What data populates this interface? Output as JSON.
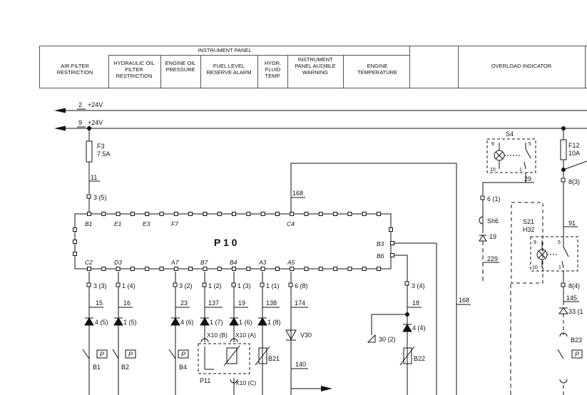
{
  "header": {
    "group_title": "INSTRUMENT PANEL",
    "columns": [
      "AIR FILTER RESTRICTION",
      "HYDRAULIC OIL FILTER RESTRICTION",
      "ENGINE OIL PRESSURE",
      "FUEL LEVEL RESERVE ALARM",
      "HYDR. FLUID TEMP.",
      "INSTRUMENT PANEL AUDIBLE WARNING",
      "ENGINE TEMPERATURE",
      "OVERLOAD INDICATOR"
    ]
  },
  "wires": {
    "w2": "2",
    "w2_volt": "+24V",
    "w9": "9",
    "w9_volt": "+24V",
    "w11": "11",
    "w168a": "168",
    "w168b": "168",
    "w15": "15",
    "w16": "16",
    "w23": "23",
    "w137": "137",
    "w19": "19",
    "w138": "138",
    "w174": "174",
    "w18": "18",
    "w140": "140",
    "w29": "29",
    "w229": "229",
    "w91": "91",
    "w145": "145"
  },
  "fuses": {
    "f3": "F3",
    "f3_val": "7.5A",
    "f12": "F12",
    "f12_val": "10A"
  },
  "module": {
    "name": "P 1 0",
    "pins_top": [
      "B1",
      "E1",
      "E3",
      "F7",
      "C4"
    ],
    "pins_bottom": [
      "C2",
      "D3",
      "A7",
      "B7",
      "B4",
      "A3",
      "A5"
    ],
    "pin_b3": "B3",
    "pin_b6": "B6"
  },
  "connectors": {
    "c35": "3 (5)",
    "c33": "3 (3)",
    "c14": "1 (4)",
    "c32": "3 (2)",
    "c12": "1 (2)",
    "c13": "1 (3)",
    "c11": "1 (1)",
    "c68": "6 (8)",
    "c34": "3 (4)",
    "c45": "4 (5)",
    "c15": "1 (5)",
    "c46": "4 (6)",
    "c17": "1 (7)",
    "c16": "1 (6)",
    "c18": "1 (8)",
    "c44": "4 (4)",
    "c302": "30 (2)",
    "c61": "6 (1)",
    "c83": "8(3)",
    "c84": "8(4)",
    "c331": "33 (1",
    "c19": "19",
    "x10b": "X10 (B)",
    "x10a": "X10 (A)",
    "x10c": "X10 (C)"
  },
  "components": {
    "b1": "B1",
    "b2": "B2",
    "b4": "B4",
    "p11": "P11",
    "b21": "B21",
    "v30": "V30",
    "b22": "B22",
    "s4": "S4",
    "sh6": "Sh6",
    "s21": "S21",
    "h32": "H32",
    "b23": "B23",
    "p_sym": "P",
    "s4_pin9": "9",
    "s4_pin5": "5",
    "s4_pin10": "10",
    "s4_pin1": "1",
    "s21_pin9": "9",
    "s21_pin5": "5",
    "s21_pin10": "10",
    "s21_pin1": "1"
  }
}
